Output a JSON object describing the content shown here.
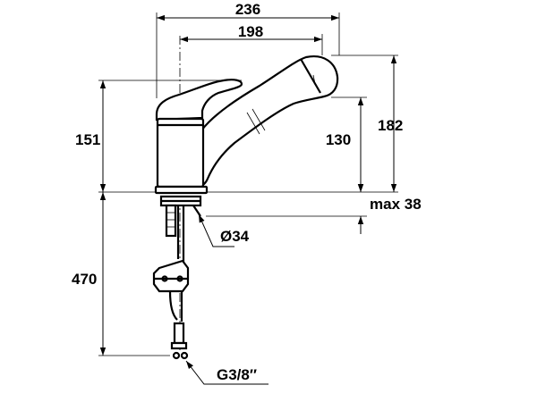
{
  "dimensions": {
    "overall_width": "236",
    "spout_reach": "198",
    "body_height": "151",
    "spout_height": "130",
    "overall_height": "182",
    "max_thickness": "max 38",
    "hole_diameter": "Ø34",
    "hose_length": "470",
    "connection": "G3/8″"
  },
  "colors": {
    "line": "#000000",
    "background": "#ffffff"
  }
}
